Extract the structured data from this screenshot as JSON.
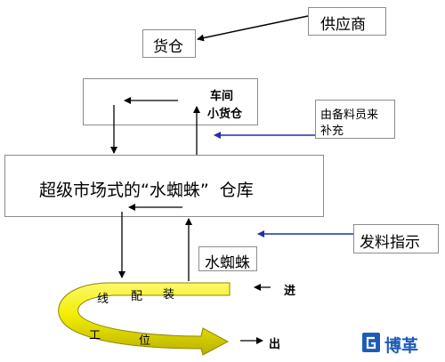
{
  "supplier": "供应商",
  "warehouse": "货仓",
  "workshop_store": {
    "line1": "车间",
    "line2": "小货仓"
  },
  "replenish_note": {
    "line1": "由备料员来",
    "line2": "补充"
  },
  "supermarket": {
    "prefix": "超级市场式的",
    "quoted": "“水蜘蛛”",
    "suffix": "仓库"
  },
  "issue_instruction": "发料指示",
  "water_spider": "水蜘蛛",
  "arc_chars": [
    "线",
    "配",
    "装",
    "工",
    "位"
  ],
  "in_label": "进",
  "out_label": "出",
  "logo": {
    "mark": "G",
    "text": "博革"
  },
  "colors": {
    "blue_arrow": "#1f2fb0",
    "arc_yellow": "#f2ee00",
    "arc_dark": "#b8b000",
    "logo_blue": "#1d5bb8"
  }
}
